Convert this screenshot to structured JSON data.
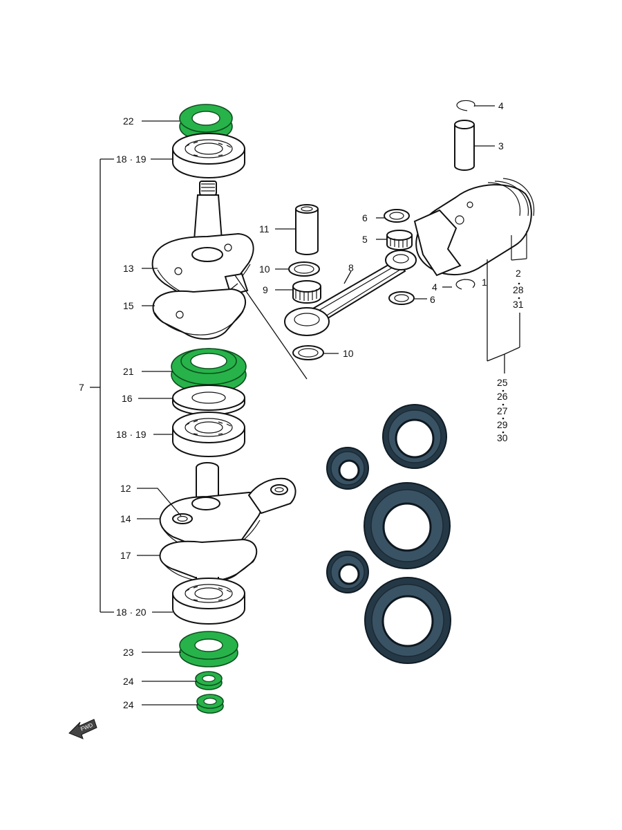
{
  "diagram": {
    "labels": {
      "p1": "1",
      "p2": "2",
      "p3": "3",
      "p4a": "4",
      "p4b": "4",
      "p5": "5",
      "p6a": "6",
      "p6b": "6",
      "p7": "7",
      "p8": "8",
      "p9": "9",
      "p10a": "10",
      "p10b": "10",
      "p11": "11",
      "p12": "12",
      "p13": "13",
      "p14": "14",
      "p15": "15",
      "p16": "16",
      "p17": "17",
      "p18_19a": "18 · 19",
      "p18_19b": "18 · 19",
      "p18_20": "18 · 20",
      "p21": "21",
      "p22": "22",
      "p23": "23",
      "p24a": "24",
      "p24b": "24",
      "p28": "28",
      "p31": "31",
      "p25": "25",
      "p26": "26",
      "p27": "27",
      "p29": "29",
      "p30": "30",
      "fwd": "FWD"
    },
    "colors": {
      "highlight_green": "#27b34a",
      "seal_dark": "#253846"
    }
  }
}
